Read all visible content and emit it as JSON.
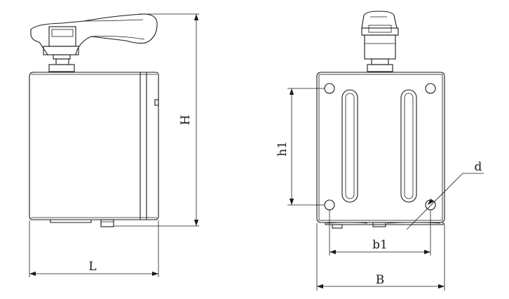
{
  "dimensions": {
    "height": "H",
    "length": "L",
    "hole_spacing_vertical": "h1",
    "hole_spacing_horizontal": "b1",
    "width": "B",
    "hole_diameter": "d"
  }
}
